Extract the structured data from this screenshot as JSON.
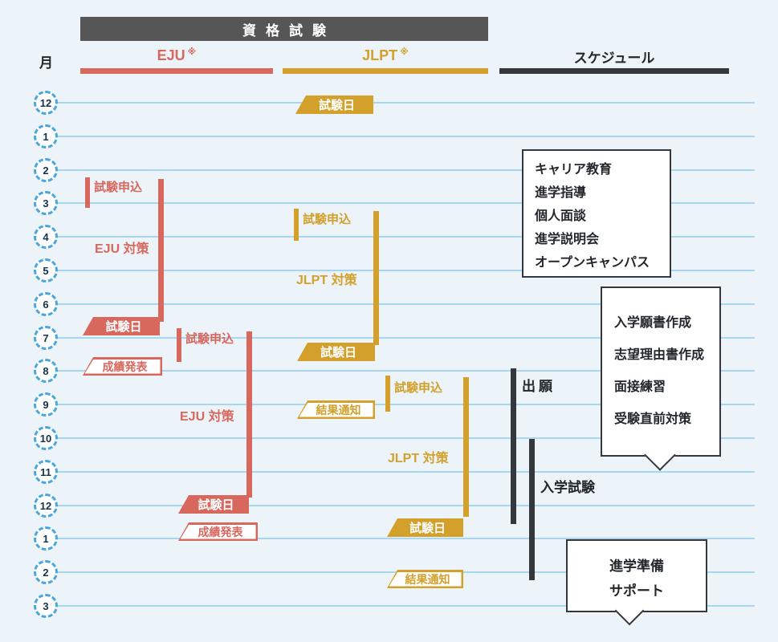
{
  "title_banner": "資格試験",
  "axis": {
    "month_label": "月",
    "months": [
      "12",
      "1",
      "2",
      "3",
      "4",
      "5",
      "6",
      "7",
      "8",
      "9",
      "10",
      "11",
      "12",
      "1",
      "2",
      "3"
    ]
  },
  "columns": {
    "eju": {
      "label": "EJU",
      "note": "※"
    },
    "jlpt": {
      "label": "JLPT",
      "note": "※"
    },
    "schedule": {
      "label": "スケジュール"
    }
  },
  "eju": {
    "apply1": "試験申込",
    "prep1": "EJU 対策",
    "exam1": "試験日",
    "result1": "成績発表",
    "apply2": "試験申込",
    "prep2": "EJU 対策",
    "exam2": "試験日",
    "result2": "成績発表"
  },
  "jlpt": {
    "exam0": "試験日",
    "apply1": "試験申込",
    "prep1": "JLPT 対策",
    "exam1": "試験日",
    "result1": "結果通知",
    "apply2": "試験申込",
    "prep2": "JLPT 対策",
    "exam2": "試験日",
    "result2": "結果通知"
  },
  "schedule": {
    "bubble1": [
      "キャリア教育",
      "進学指導",
      "個人面談",
      "進学説明会",
      "オープンキャンパス"
    ],
    "bubble2": [
      "入学願書作成",
      "志望理由書作成",
      "面接練習",
      "受験直前対策"
    ],
    "application": "出願",
    "entrance_exam": "入学試験",
    "bubble3": [
      "進学準備",
      "サポート"
    ]
  },
  "colors": {
    "eju_red": "#d8685e",
    "jlpt_gold": "#d2a02b",
    "dark": "#34383d",
    "banner_gray": "#565656",
    "gridline": "#a7d7f0",
    "circle_border": "#49a7de",
    "background": "#edf4f9"
  }
}
